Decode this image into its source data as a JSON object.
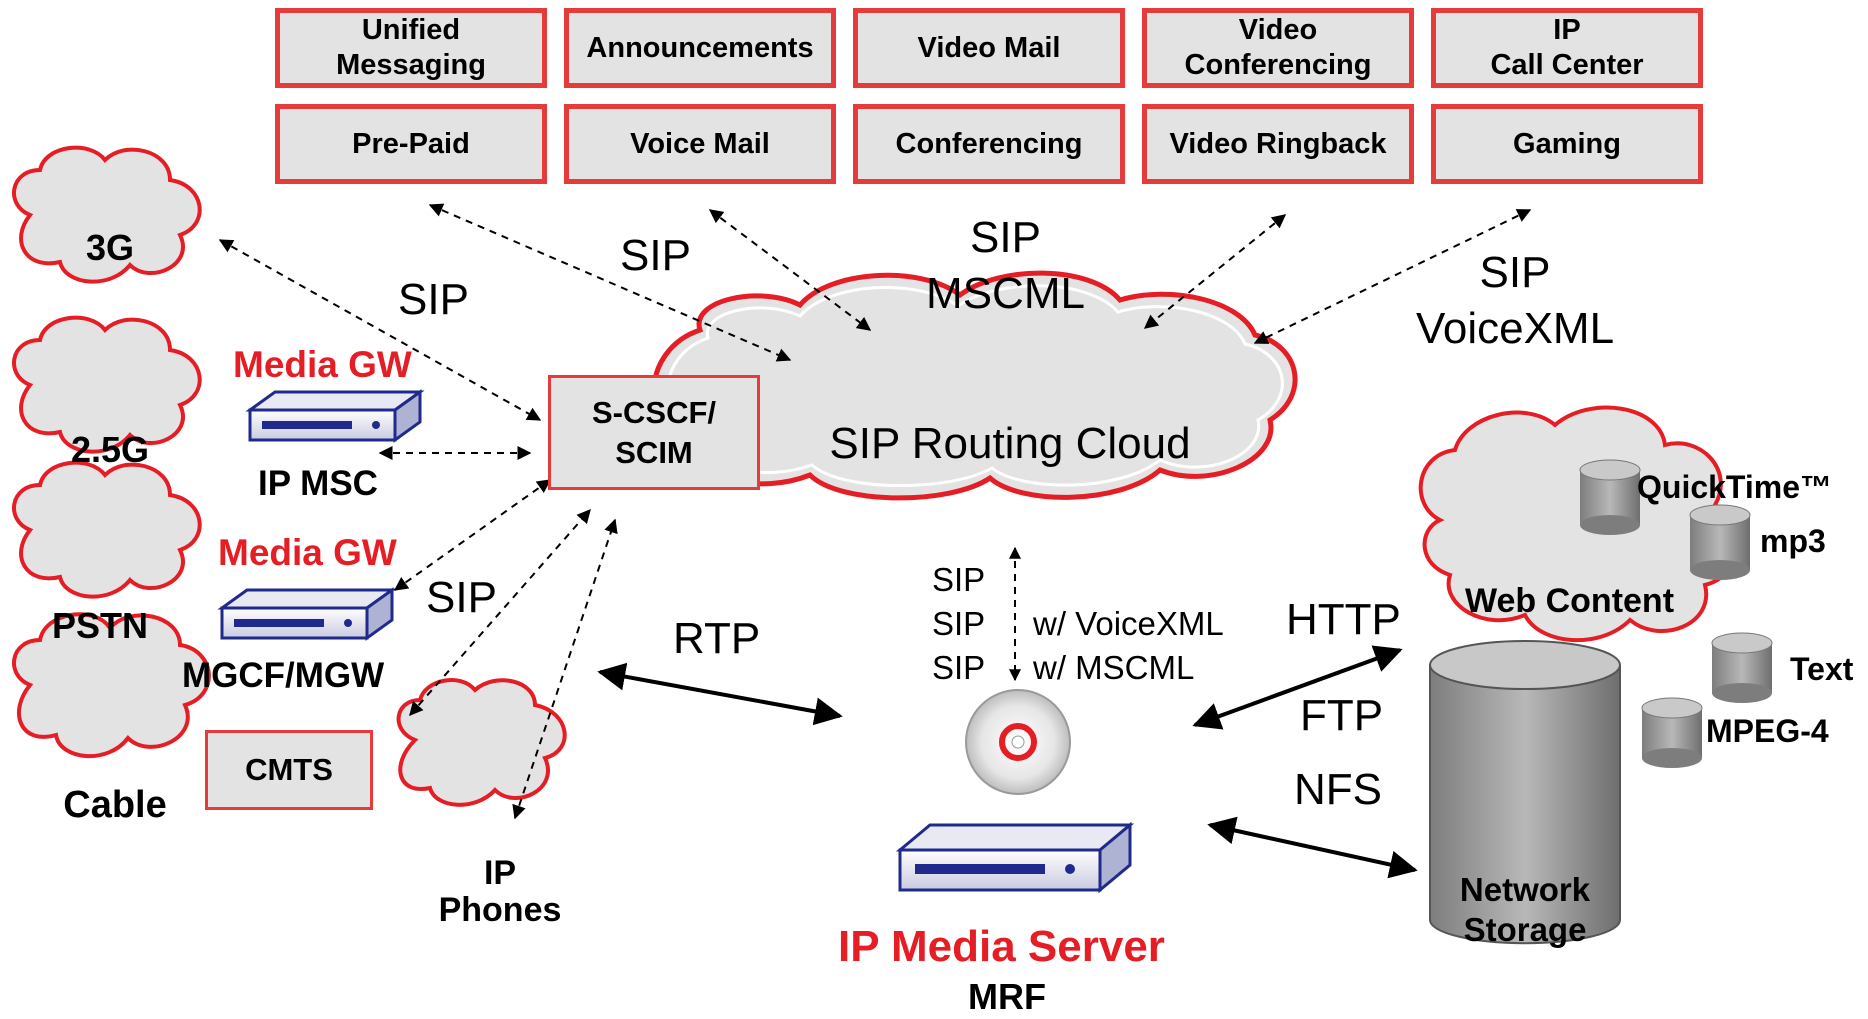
{
  "services_top": [
    "Unified\nMessaging",
    "Announcements",
    "Video Mail",
    "Video\nConferencing",
    "IP\nCall Center"
  ],
  "services_bottom": [
    "Pre-Paid",
    "Voice Mail",
    "Conferencing",
    "Video Ringback",
    "Gaming"
  ],
  "networks": {
    "g3": "3G",
    "g25": "2.5G",
    "pstn": "PSTN",
    "cable": "Cable",
    "ip_phones": "IP\nPhones"
  },
  "gateways": {
    "media_gw_1": "Media GW",
    "ip_msc": "IP MSC",
    "media_gw_2": "Media GW",
    "mgcf_mgw": "MGCF/MGW",
    "cmts": "CMTS"
  },
  "core": {
    "scscf": "S-CSCF/\nSCIM",
    "routing_cloud": "SIP Routing Cloud"
  },
  "protocols": {
    "sip_left": "SIP",
    "sip_top_left": "SIP",
    "sip_mscml": "SIP\nMSCML",
    "sip_voicexml": "SIP\nVoiceXML",
    "sip_mid": "SIP",
    "rtp": "RTP",
    "http": "HTTP",
    "ftp": "FTP",
    "nfs": "NFS",
    "vertical": [
      "SIP",
      "SIP",
      "SIP"
    ],
    "vertical_right": [
      "w/ VoiceXML",
      "w/ MSCML"
    ]
  },
  "media_server": {
    "title": "IP Media Server",
    "subtitle": "MRF"
  },
  "web": {
    "title": "Web Content",
    "items": [
      "QuickTime™",
      "mp3",
      "Text",
      "MPEG-4"
    ]
  },
  "storage": "Network\nStorage",
  "colors": {
    "accent_red": "#e51e25",
    "box_border": "#e53b3b",
    "box_fill": "#e3e3e3",
    "device_blue": "#1f2a8c"
  }
}
